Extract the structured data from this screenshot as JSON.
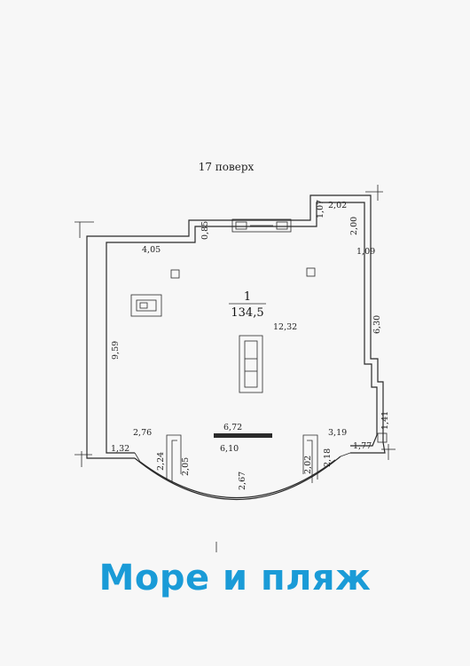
{
  "plan": {
    "floor_title": "17 поверх",
    "room_number": "1",
    "room_area": "134,5",
    "dimensions": {
      "d_4_05": "4,05",
      "d_0_85": "0,85",
      "d_1_07": "1,07",
      "d_2_02_top": "2,02",
      "d_2_00": "2,00",
      "d_1_09": "1,09",
      "d_12_32": "12,32",
      "d_9_59": "9,59",
      "d_6_30": "6,30",
      "d_1_41": "1,41",
      "d_2_76": "2,76",
      "d_6_72": "6,72",
      "d_6_10": "6,10",
      "d_3_19": "3,19",
      "d_1_32": "1,32",
      "d_1_77": "1,77",
      "d_2_24": "2,24",
      "d_2_05": "2,05",
      "d_2_67": "2,67",
      "d_2_02_bottom": "2,02",
      "d_2_18": "2,18"
    }
  },
  "caption": "Море и пляж",
  "colors": {
    "caption": "#1a9bd7",
    "lines": "#2a2a2a",
    "paper": "#f7f7f7"
  }
}
